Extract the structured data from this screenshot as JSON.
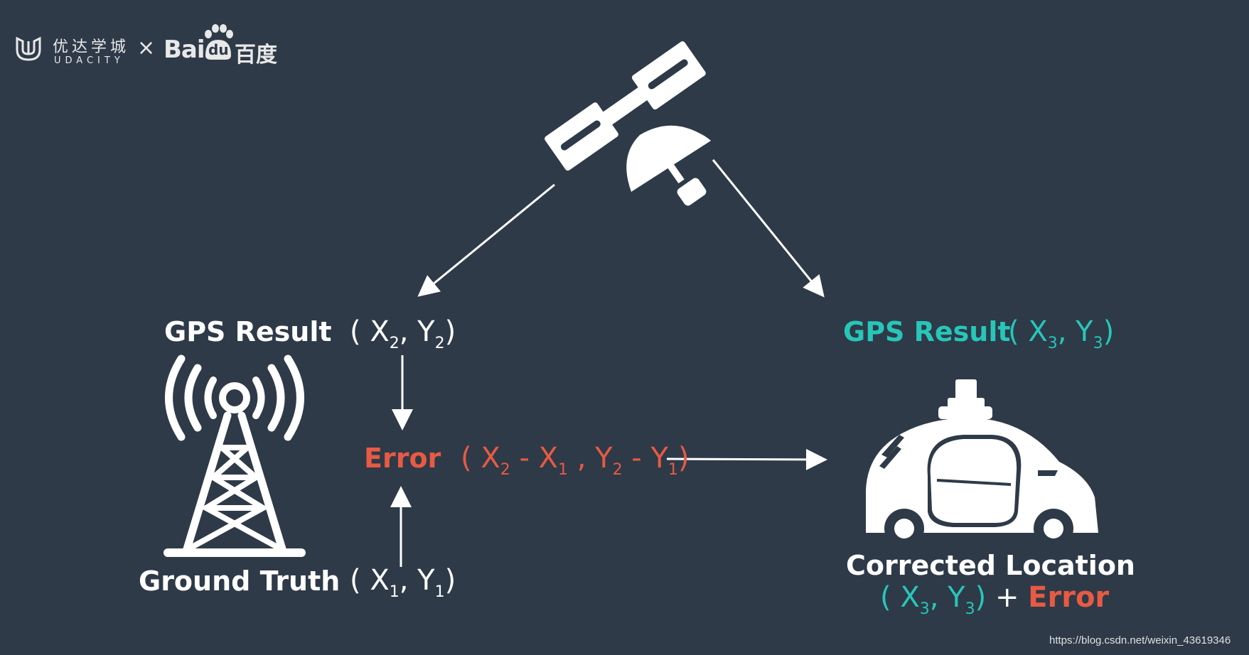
{
  "logo": {
    "udacity_cn": "优达学城",
    "udacity_en": "UDACITY",
    "times": "×",
    "baidu_en": "Bai",
    "baidu_du": "du",
    "baidu_cn": "百度"
  },
  "left": {
    "gps_label": "GPS Result",
    "gps_coord": {
      "open": "( X",
      "s1": "2",
      "mid": ", Y",
      "s2": "2",
      "close": ")"
    },
    "ground_label": "Ground Truth",
    "ground_coord": {
      "open": "( X",
      "s1": "1",
      "mid": ", Y",
      "s2": "1",
      "close": ")"
    }
  },
  "error": {
    "label": "Error",
    "formula": {
      "a": "( X",
      "s1": "2",
      "b": " - X",
      "s2": "1",
      "c": " , Y",
      "s3": "2",
      "d": " - Y",
      "s4": "1",
      "e": ")"
    }
  },
  "right": {
    "gps_label": "GPS Result",
    "gps_coord": {
      "open": "( X",
      "s1": "3",
      "mid": ", Y",
      "s2": "3",
      "close": ")"
    },
    "corrected_label": "Corrected Location",
    "corrected_coord": {
      "open": "( X",
      "s1": "3",
      "mid": ", Y",
      "s2": "3",
      "close": ")",
      "plus": "+",
      "error": "Error"
    }
  },
  "watermark": "https://blog.csdn.net/weixin_43619346",
  "colors": {
    "background": "#2e3a48",
    "error": "#e85a43",
    "highlight": "#27c6b9",
    "text": "#ffffff"
  },
  "icons": [
    "udacity-logo-icon",
    "baidu-paw-icon",
    "satellite-icon",
    "radio-tower-icon",
    "self-driving-car-icon"
  ]
}
